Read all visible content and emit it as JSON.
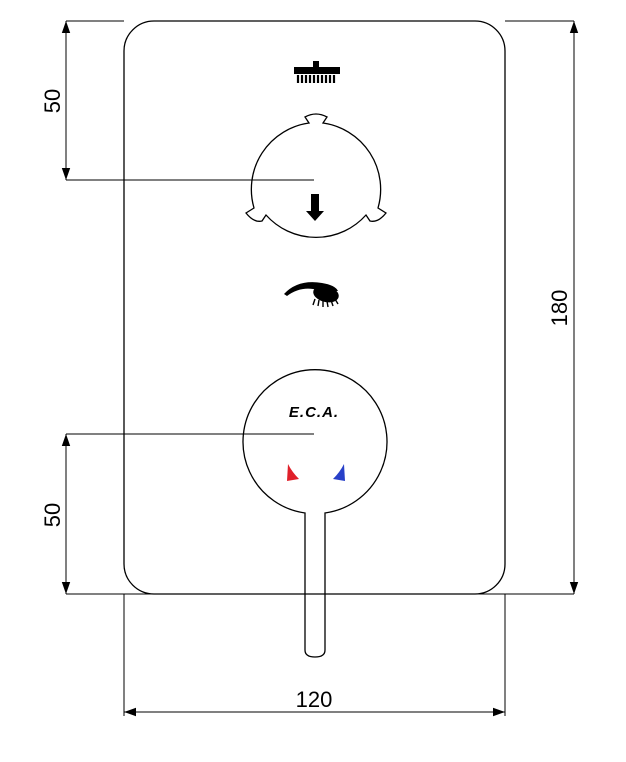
{
  "dimensions": {
    "top_offset": "50",
    "bottom_offset": "50",
    "total_height": "180",
    "total_width": "120"
  },
  "logo": {
    "brand": "E.C.A."
  },
  "colors": {
    "line": "#000000",
    "hot_marker": "#e0202a",
    "cold_marker": "#2840c8",
    "background": "#ffffff"
  },
  "icons": {
    "top_symbol": "overhead-shower-icon",
    "diverter_symbol": "down-arrow-icon",
    "middle_symbol": "hand-shower-icon"
  }
}
